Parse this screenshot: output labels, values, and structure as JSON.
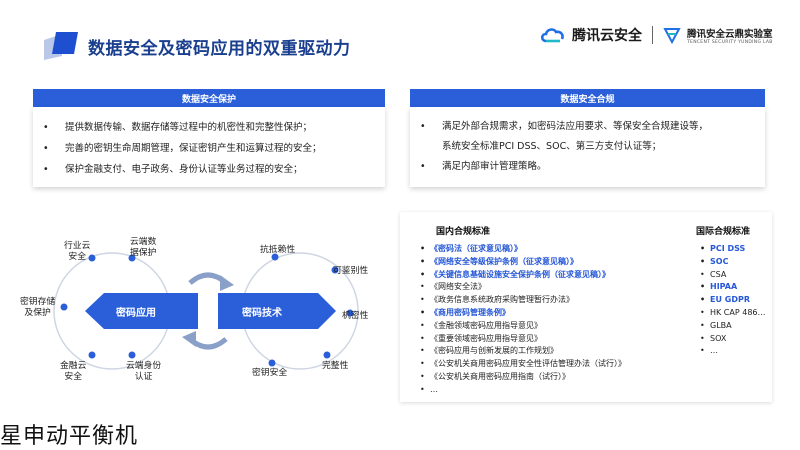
{
  "header": {
    "title": "数据安全及密码应用的双重驱动力",
    "brand_name": "腾讯云安全",
    "lab_name": "腾讯安全云鼎实验室",
    "lab_name_en": "TENCENT SECURITY YUNDING LAB",
    "accent_color": "#2a5fd9",
    "title_color": "#1b3f8f"
  },
  "panels": {
    "left": {
      "title": "数据安全保护",
      "items": [
        "提供数据传输、数据存储等过程中的机密性和完整性保护；",
        "完善的密钥生命周期管理，保证密钥产生和运算过程的安全；",
        "保护金融支付、电子政务、身份认证等业务过程的安全；"
      ]
    },
    "right": {
      "title": "数据安全合规",
      "items": [
        "满足外部合规需求，如密码法应用要求、等保安全合规建设等，",
        "系统安全标准PCI DSS、SOC、第三方支付认证等；",
        "满足内部审计管理策略。"
      ]
    }
  },
  "diagram": {
    "left_center": "密码应用",
    "right_center": "密码技术",
    "left_nodes": [
      "行业云\n安全",
      "云端数\n据保护",
      "密钥存储\n及保护",
      "金融云\n安全",
      "云端身份\n认证"
    ],
    "right_nodes": [
      "抗抵赖性",
      "可鉴别性",
      "机密性",
      "完整性",
      "密钥安全"
    ]
  },
  "standards": {
    "domestic_title": "国内合规标准",
    "international_title": "国际合规标准",
    "domestic": [
      {
        "text": "《密码法（征求意见稿）》",
        "hl": true
      },
      {
        "text": "《网络安全等级保护条例（征求意见稿）》",
        "hl": true
      },
      {
        "text": "《关键信息基础设施安全保护条例（征求意见稿）》",
        "hl": true
      },
      {
        "text": "《网络安全法》",
        "hl": false
      },
      {
        "text": "《政务信息系统政府采购管理暂行办法》",
        "hl": false
      },
      {
        "text": "《商用密码管理条例》",
        "hl": true
      },
      {
        "text": "《金融领域密码应用指导意见》",
        "hl": false
      },
      {
        "text": "《重要领域密码应用指导意见》",
        "hl": false
      },
      {
        "text": "《密码应用与创新发展的工作规划》",
        "hl": false
      },
      {
        "text": "《公安机关商用密码应用安全性评估管理办法（试行）》",
        "hl": false
      },
      {
        "text": "《公安机关商用密码应用指南（试行）》",
        "hl": false
      },
      {
        "text": "…",
        "hl": false
      }
    ],
    "international": [
      {
        "text": "PCI DSS",
        "hl": true
      },
      {
        "text": "SOC",
        "hl": true
      },
      {
        "text": "CSA",
        "hl": false
      },
      {
        "text": "HIPAA",
        "hl": true
      },
      {
        "text": "EU GDPR",
        "hl": true
      },
      {
        "text": "HK CAP 486…",
        "hl": false
      },
      {
        "text": "GLBA",
        "hl": false
      },
      {
        "text": "SOX",
        "hl": false
      },
      {
        "text": "…",
        "hl": false
      }
    ]
  },
  "caption": "星申动平衡机"
}
